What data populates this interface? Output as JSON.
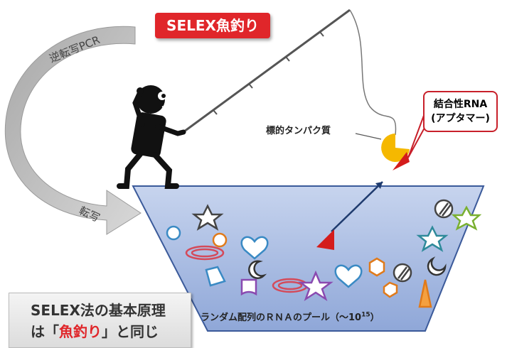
{
  "title": "SELEX魚釣り",
  "arrows": {
    "reverse_transcription_pcr": "逆転写PCR",
    "transcription": "転写"
  },
  "labels": {
    "target_protein": "標的タンパク質",
    "binding_rna_line1": "結合性RNA",
    "binding_rna_line2": "(アプタマー)",
    "pool": "ランダム配列のＲＮＡのプール（〜10",
    "pool_exponent": "15",
    "pool_close": "）"
  },
  "principle": {
    "line1": "SELEX法の基本原理",
    "line2_prefix": "は「",
    "line2_highlight": "魚釣り",
    "line2_suffix": "」と同じ"
  },
  "colors": {
    "title_bg": "#e0262a",
    "pool_fill": "#9db3dd",
    "target": "#f5b800",
    "aptamer": "#d41c1c",
    "arrow": "#1f3b6e"
  }
}
